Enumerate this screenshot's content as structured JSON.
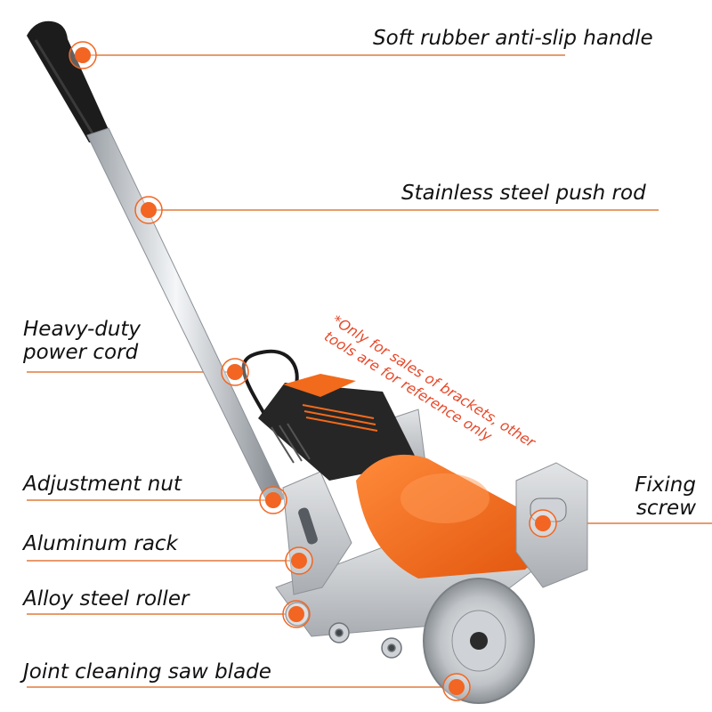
{
  "callouts": [
    {
      "id": "handle",
      "text": "Soft rubber anti-slip handle"
    },
    {
      "id": "push-rod",
      "text": "Stainless steel push rod"
    },
    {
      "id": "power-cord",
      "line1": "Heavy-duty",
      "line2": "power cord"
    },
    {
      "id": "adjust-nut",
      "text": "Adjustment nut"
    },
    {
      "id": "rack",
      "text": "Aluminum rack"
    },
    {
      "id": "roller",
      "text": "Alloy steel roller"
    },
    {
      "id": "saw-blade",
      "text": "Joint cleaning saw blade"
    },
    {
      "id": "fixing-screw",
      "line1": "Fixing",
      "line2": "screw"
    }
  ],
  "note": {
    "line1": "*Only for sales of brackets, other",
    "line2": "tools are for reference only"
  },
  "colors": {
    "accent": "#f26522",
    "note": "#e8492a",
    "line": "#e07a3a",
    "tool_orange": "#f26a1b"
  }
}
